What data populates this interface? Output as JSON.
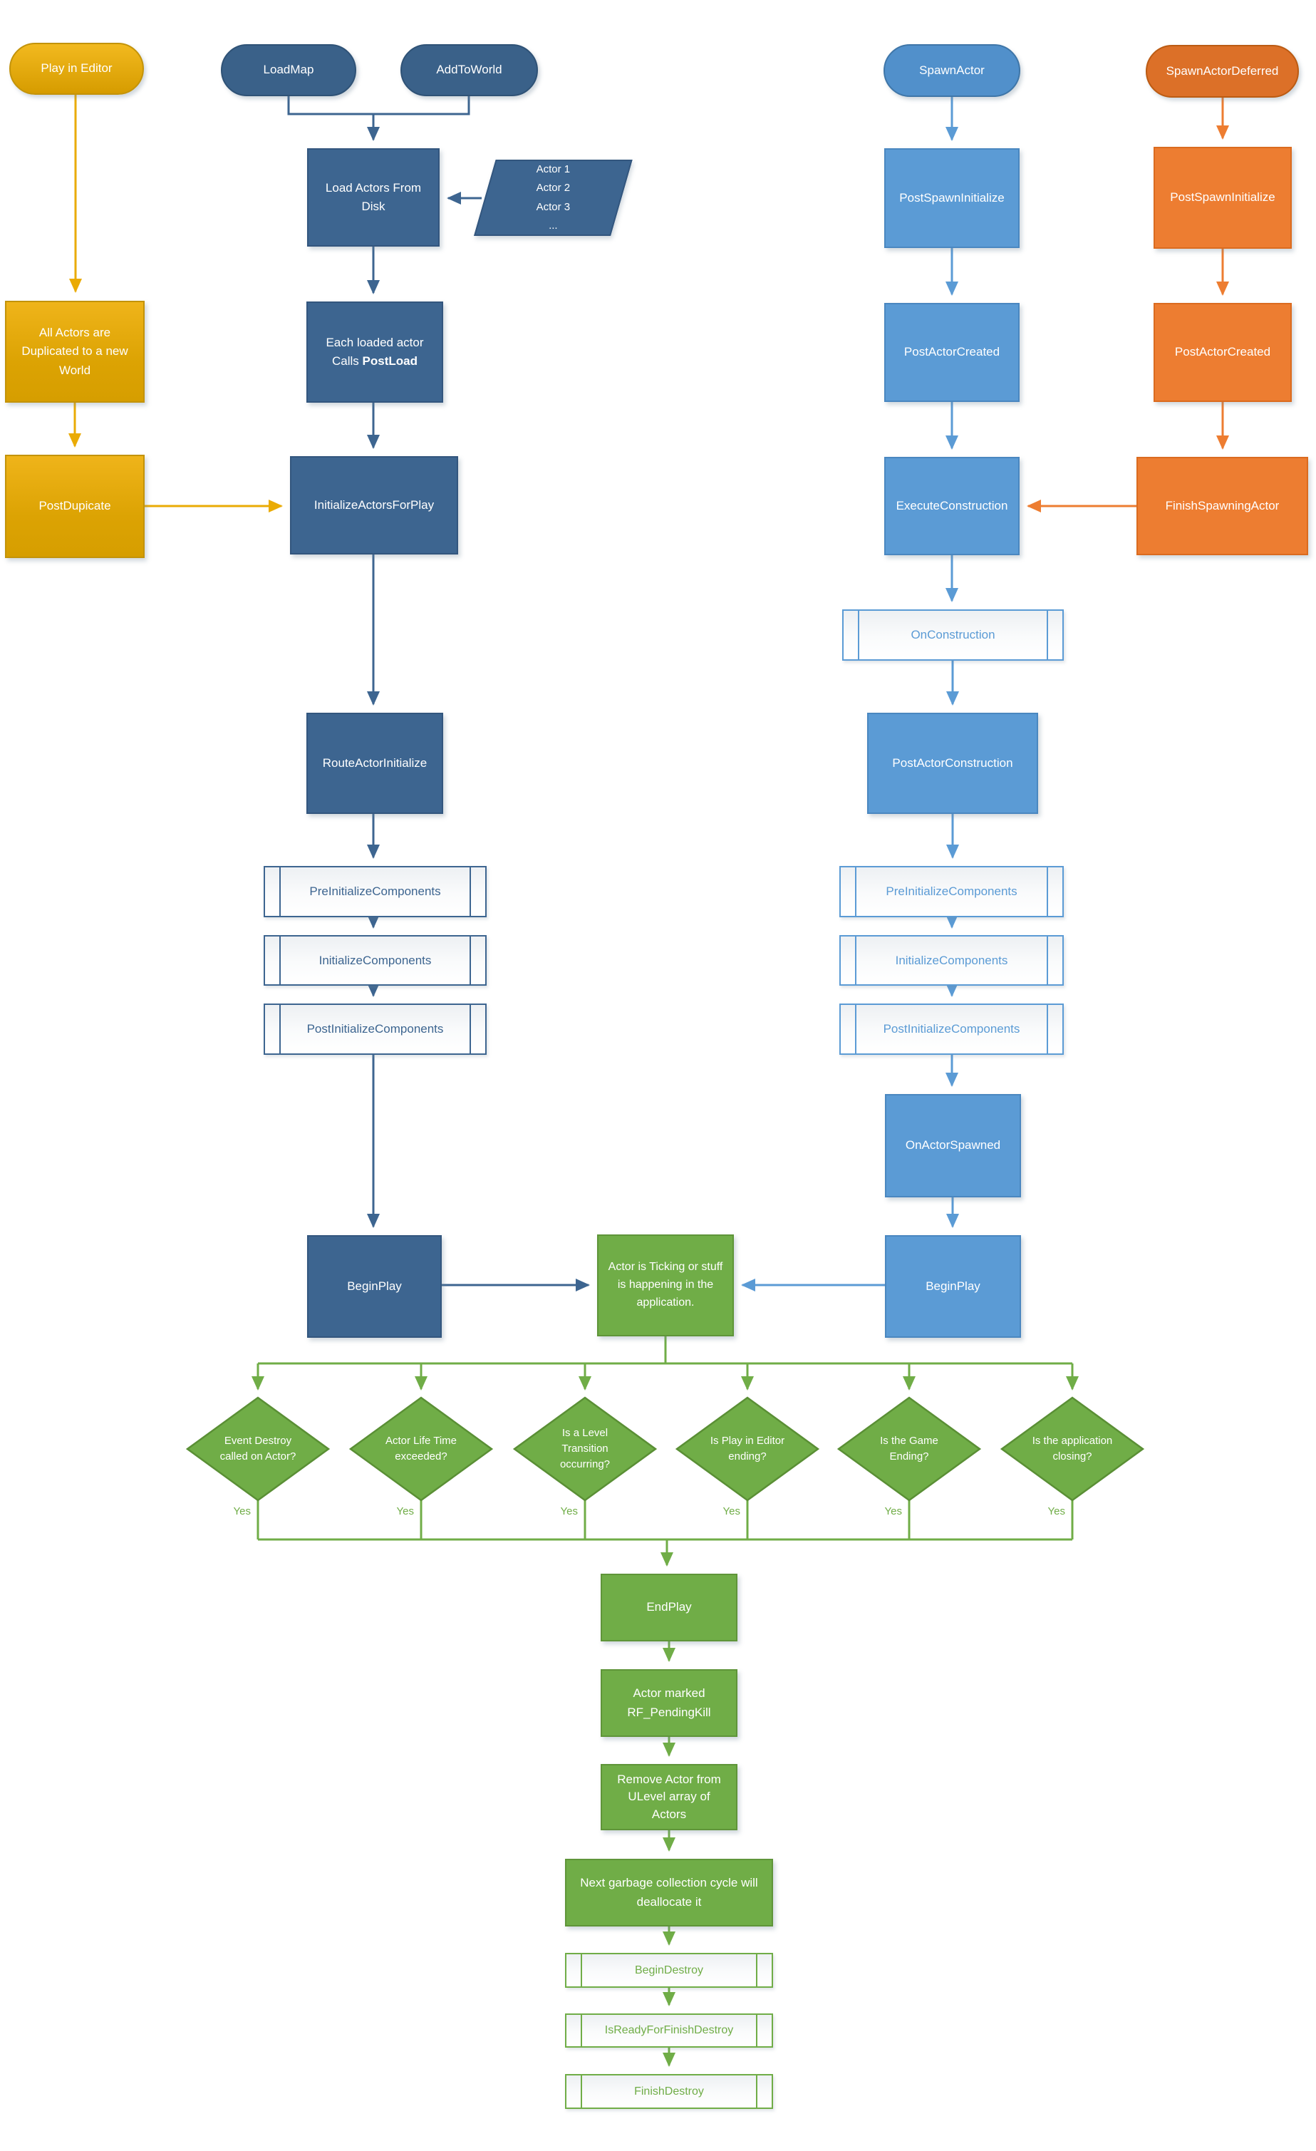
{
  "nodes": {
    "play_in_editor": "Play in Editor",
    "load_map": "LoadMap",
    "add_to_world": "AddToWorld",
    "spawn_actor": "SpawnActor",
    "spawn_actor_deferred": "SpawnActorDeferred",
    "load_actors_from_disk": "Load Actors From Disk",
    "actor_list": [
      "Actor 1",
      "Actor 2",
      "Actor 3",
      "..."
    ],
    "all_actors_duplicated": "All Actors are Duplicated to a new World",
    "each_loaded_actor_line1": "Each loaded actor",
    "each_loaded_actor_calls": "Calls",
    "each_loaded_actor_postload": "PostLoad",
    "post_dupicate": "PostDupicate",
    "initialize_actors_for_play": "InitializeActorsForPlay",
    "route_actor_initialize": "RouteActorInitialize",
    "pre_initialize_components": "PreInitializeComponents",
    "initialize_components": "InitializeComponents",
    "post_initialize_components": "PostInitializeComponents",
    "begin_play": "BeginPlay",
    "post_spawn_initialize": "PostSpawnInitialize",
    "post_actor_created": "PostActorCreated",
    "execute_construction": "ExecuteConstruction",
    "on_construction": "OnConstruction",
    "post_actor_construction": "PostActorConstruction",
    "on_actor_spawned": "OnActorSpawned",
    "finish_spawning_actor": "FinishSpawningActor",
    "actor_ticking": "Actor is Ticking or stuff is happening in the application.",
    "end_play": "EndPlay",
    "actor_marked_pending_kill": "Actor marked RF_PendingKill",
    "remove_actor_from_ulevel": "Remove Actor from ULevel array of Actors",
    "next_garbage_collection": "Next garbage collection cycle will deallocate it",
    "begin_destroy": "BeginDestroy",
    "is_ready_for_finish_destroy": "IsReadyForFinishDestroy",
    "finish_destroy": "FinishDestroy"
  },
  "decisions": [
    "Event Destroy called on Actor?",
    "Actor Life Time exceeded?",
    "Is a Level Transition occurring?",
    "Is Play in Editor ending?",
    "Is the Game Ending?",
    "Is the application closing?"
  ],
  "labels": {
    "yes": "Yes"
  },
  "colors": {
    "gold": "#DFA504",
    "dark_blue": "#3D6590",
    "light_blue": "#5B9BD5",
    "orange": "#ED7D31",
    "green": "#70AD47"
  }
}
